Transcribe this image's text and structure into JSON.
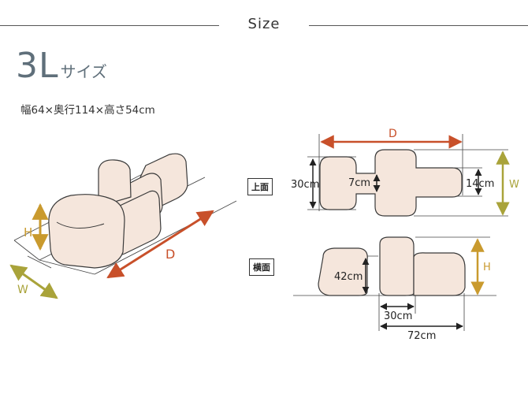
{
  "header": {
    "title": "Size"
  },
  "size_heading": {
    "big": "3L",
    "small": "サイズ"
  },
  "overall_dimensions": "幅64×奥行114×高さ54cm",
  "views": {
    "top": "上面",
    "side": "横面"
  },
  "labels": {
    "persp_h": "H",
    "persp_w": "W",
    "persp_d": "D",
    "top_d": "D",
    "top_w": "W",
    "top_30": "30cm",
    "top_7": "7cm",
    "top_14": "14cm",
    "side_h": "H",
    "side_42": "42cm",
    "side_30": "30cm",
    "side_72": "72cm"
  },
  "colors": {
    "product_fill": "#f5e6dc",
    "outline": "#3a3a3a",
    "depth_arrow": "#c8502a",
    "height_arrow": "#c99a2e",
    "width_arrow": "#a9a33a",
    "dim_arrow": "#222222"
  }
}
